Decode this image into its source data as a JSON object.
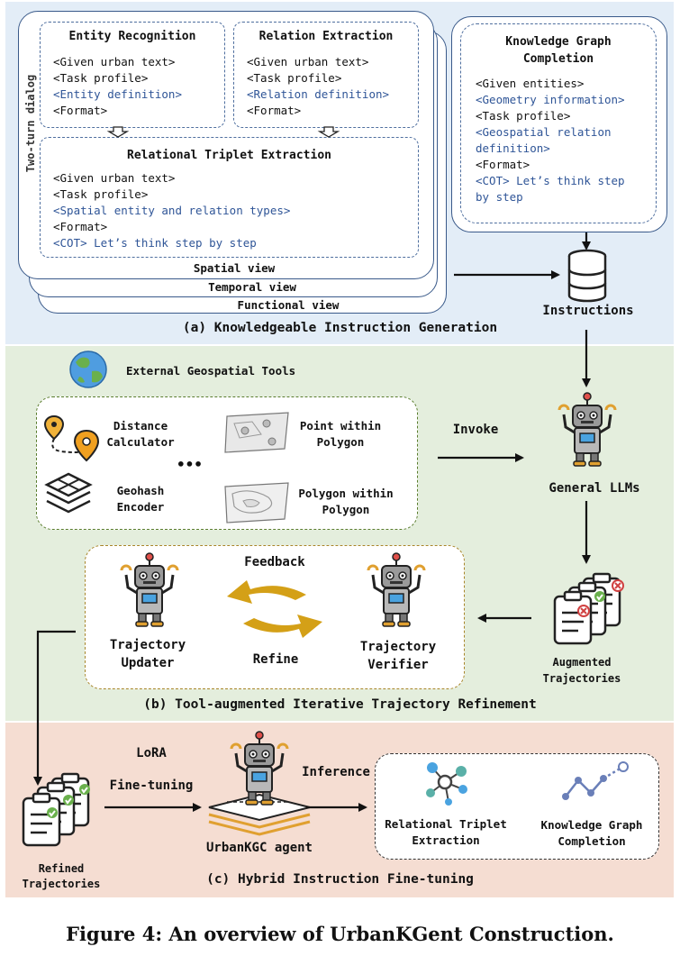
{
  "panel_a": {
    "caption": "(a) Knowledgeable Instruction Generation",
    "two_turn": "Two-turn dialog",
    "view_spatial": "Spatial view",
    "view_temporal": "Temporal view",
    "view_functional": "Functional view",
    "entity_recognition": {
      "title": "Entity Recognition",
      "l1": "<Given urban text>",
      "l2": "<Task profile>",
      "l3": "<Entity definition>",
      "l4": "<Format>"
    },
    "relation_extraction": {
      "title": "Relation Extraction",
      "l1": "<Given urban text>",
      "l2": "<Task profile>",
      "l3": "<Relation definition>",
      "l4": "<Format>"
    },
    "triplet": {
      "title": "Relational Triplet Extraction",
      "l1": "<Given urban text>",
      "l2": "<Task profile>",
      "l3": "<Spatial entity and relation types>",
      "l4": "<Format>",
      "l5": "<COT> Let’s think step by step"
    },
    "kgc": {
      "title1": "Knowledge Graph",
      "title2": "Completion",
      "l1": "<Given entities>",
      "l2": "<Geometry information>",
      "l3": "<Task profile>",
      "l4": "<Geospatial relation",
      "l5": "definition>",
      "l6": "<Format>",
      "l7": "<COT> Let’s think step",
      "l8": "by step"
    },
    "instructions": "Instructions"
  },
  "panel_b": {
    "caption": "(b) Tool-augmented Iterative Trajectory Refinement",
    "tools_title": "External Geospatial Tools",
    "tool_distance_1": "Distance",
    "tool_distance_2": "Calculator",
    "tool_point_1": "Point within",
    "tool_point_2": "Polygon",
    "tool_ellipsis": "•••",
    "tool_geohash_1": "Geohash",
    "tool_geohash_2": "Encoder",
    "tool_poly_1": "Polygon within",
    "tool_poly_2": "Polygon",
    "invoke": "Invoke",
    "general_llms": "General LLMs",
    "feedback": "Feedback",
    "refine": "Refine",
    "updater_1": "Trajectory",
    "updater_2": "Updater",
    "verifier_1": "Trajectory",
    "verifier_2": "Verifier",
    "augmented_1": "Augmented",
    "augmented_2": "Trajectories"
  },
  "panel_c": {
    "caption": "(c) Hybrid Instruction Fine-tuning",
    "lora": "LoRA",
    "finetuning": "Fine-tuning",
    "inference": "Inference",
    "agent": "UrbanKGC agent",
    "refined_1": "Refined",
    "refined_2": "Trajectories",
    "out_rte_1": "Relational Triplet",
    "out_rte_2": "Extraction",
    "out_kgc_1": "Knowledge Graph",
    "out_kgc_2": "Completion"
  },
  "figure_caption": "Figure 4: An overview of UrbanKGent Construction.",
  "colors": {
    "panel_a_bg": "#e3edf7",
    "panel_b_bg": "#e4eedd",
    "panel_c_bg": "#f5ddd2",
    "definition_text": "#2f5597",
    "refine_arrows": "#d4a017"
  }
}
